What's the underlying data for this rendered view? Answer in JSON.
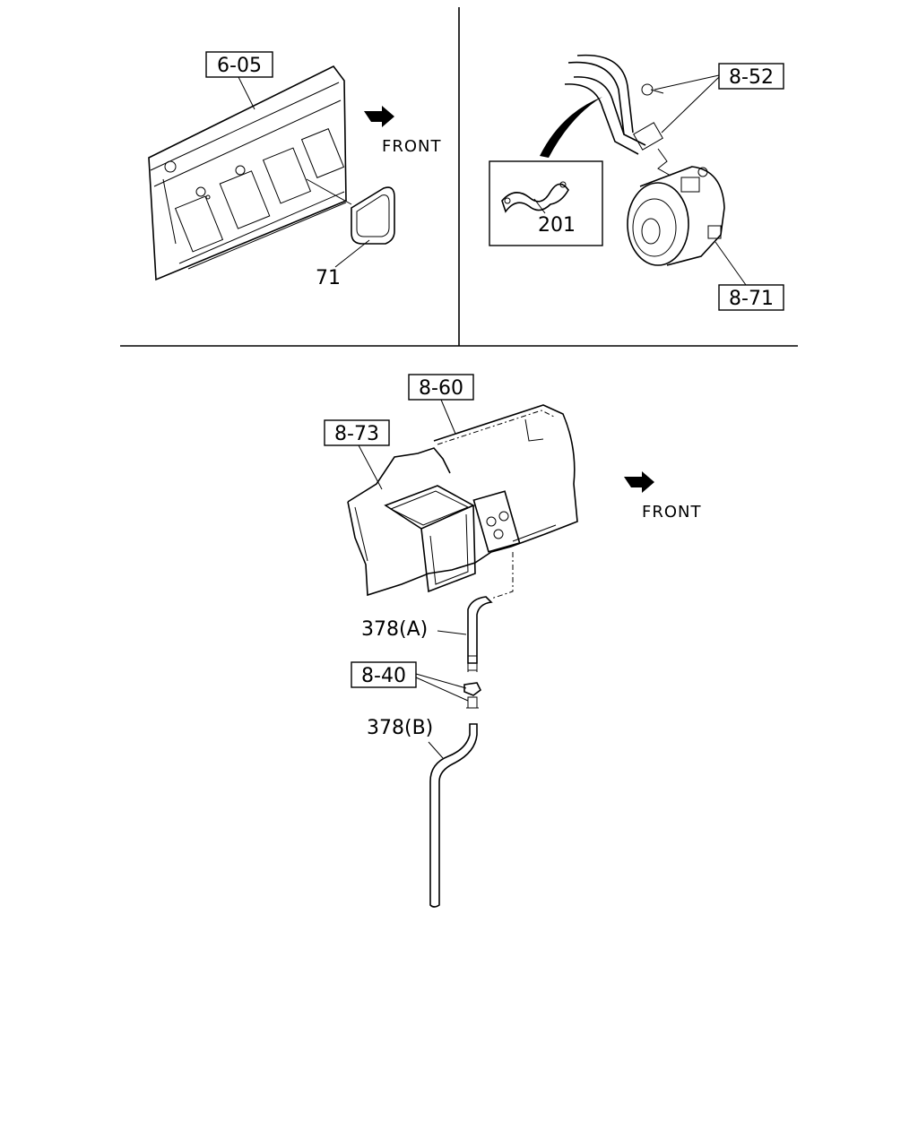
{
  "labels": {
    "ref_6_05": "6-05",
    "part_71": "71",
    "front_top": "FRONT",
    "ref_8_52": "8-52",
    "part_201": "201",
    "ref_8_71": "8-71",
    "ref_8_60": "8-60",
    "ref_8_73": "8-73",
    "front_bottom": "FRONT",
    "part_378a": "378(A)",
    "ref_8_40": "8-40",
    "part_378b": "378(B)"
  }
}
